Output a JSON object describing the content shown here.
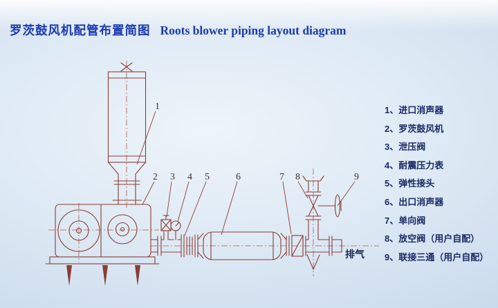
{
  "header": {
    "title_zh": "罗茨鼓风机配管布置简图",
    "title_en": "Roots blower piping layout diagram"
  },
  "legend": {
    "items": [
      "1、进口消声器",
      "2、罗茨鼓风机",
      "3、泄压阀",
      "4、耐震压力表",
      "5、弹性接头",
      "6、出口消声器",
      "7、单向阀",
      "8、放空阀（用户自配）",
      "9、联接三通（用户自配）"
    ]
  },
  "diagram": {
    "callouts": [
      "1",
      "2",
      "3",
      "4",
      "5",
      "6",
      "7",
      "8",
      "9"
    ],
    "exhaust_label": "排气",
    "line_color": "#8b3c33",
    "centerline_color": "#b05a4a",
    "callout_color": "#43302a",
    "exhaust_label_color": "#202a55"
  },
  "colors": {
    "title_blue": "#1c3ab0",
    "legend_navy": "#1b2a66",
    "background_blue": "#cdddee"
  }
}
